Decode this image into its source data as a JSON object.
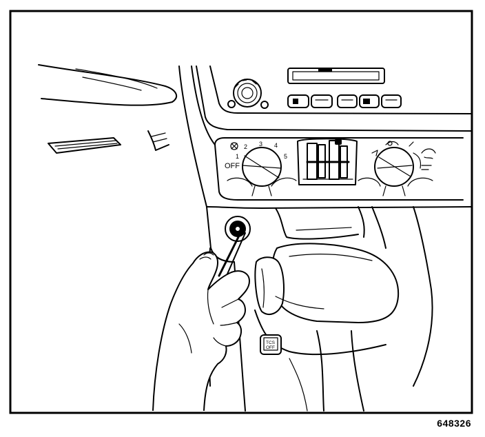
{
  "figure_number": "648326",
  "panel_labels": {
    "fan_off": "OFF",
    "fan_1": "1",
    "fan_2": "2",
    "fan_3": "3",
    "fan_4": "4",
    "fan_5": "5"
  },
  "buttons": {
    "tcs_line1": "TCS",
    "tcs_line2": "OFF"
  },
  "icons": [
    "fan-speed-icon",
    "temperature-icon",
    "mode-icon",
    "defrost-icon",
    "radio-knob-icon"
  ]
}
